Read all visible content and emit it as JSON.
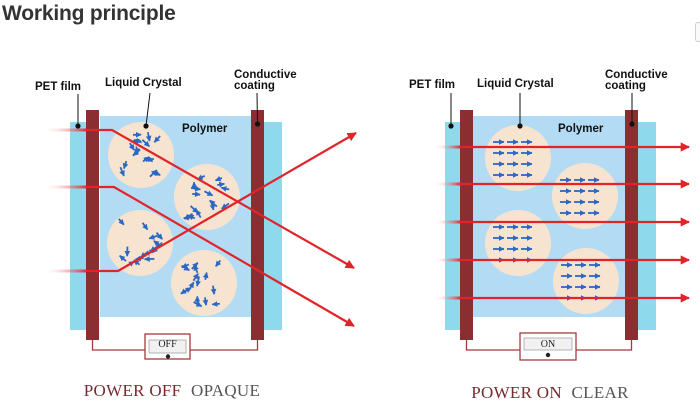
{
  "title": "Working principle",
  "colors": {
    "pet_film": "#8fd9ec",
    "polymer": "#b3dcf4",
    "coating": "#8a2e32",
    "droplet": "#f7e4d0",
    "lc_arrow": "#2a68c4",
    "light": "#e02429",
    "wire": "#a33a3e",
    "caption": "#7a2a2e"
  },
  "panels": [
    {
      "id": "off",
      "pet_label": "PET film",
      "lc_label": "Liquid Crystal",
      "coating_label_line1": "Conductive",
      "coating_label_line2": "coating",
      "polymer_label": "Polymer",
      "switch_label": "OFF",
      "caption_state": "POWER OFF",
      "caption_result": "OPAQUE",
      "lc_orientation": "random",
      "light": "scattered"
    },
    {
      "id": "on",
      "pet_label": "PET film",
      "lc_label": "Liquid Crystal",
      "coating_label_line1": "Conductive",
      "coating_label_line2": "coating",
      "polymer_label": "Polymer",
      "switch_label": "ON",
      "caption_state": "POWER ON",
      "caption_result": "CLEAR",
      "lc_orientation": "aligned",
      "light": "transmitted"
    }
  ]
}
